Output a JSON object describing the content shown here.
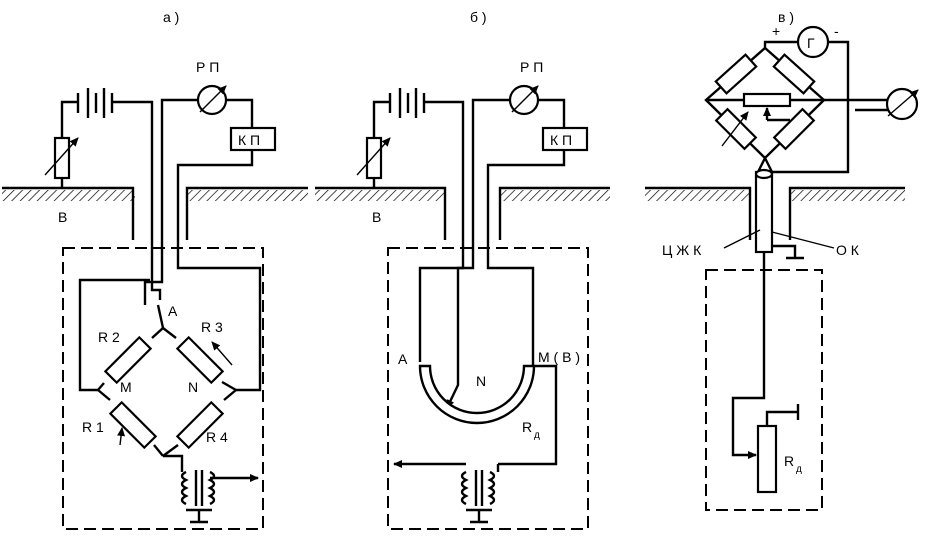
{
  "panels": {
    "a": {
      "caption": "а )",
      "meter": "Р П",
      "box": "К П",
      "ground": "В",
      "node_top": "А",
      "node_left": "М",
      "node_right": "N",
      "r1": "R 1",
      "r2": "R 2",
      "r3": "R 3",
      "r4": "R 4"
    },
    "b": {
      "caption": "б )",
      "meter": "Р П",
      "box": "К П",
      "ground": "В",
      "node_left": "А",
      "node_mid": "N",
      "node_right": "М ( В )",
      "rd": "R",
      "rd_sub": "д"
    },
    "v": {
      "caption": "в )",
      "plus": "+",
      "minus": "-",
      "gen": "Г",
      "left_label": "Ц Ж К",
      "right_label": "О К",
      "rd": "R",
      "rd_sub": "д"
    }
  }
}
